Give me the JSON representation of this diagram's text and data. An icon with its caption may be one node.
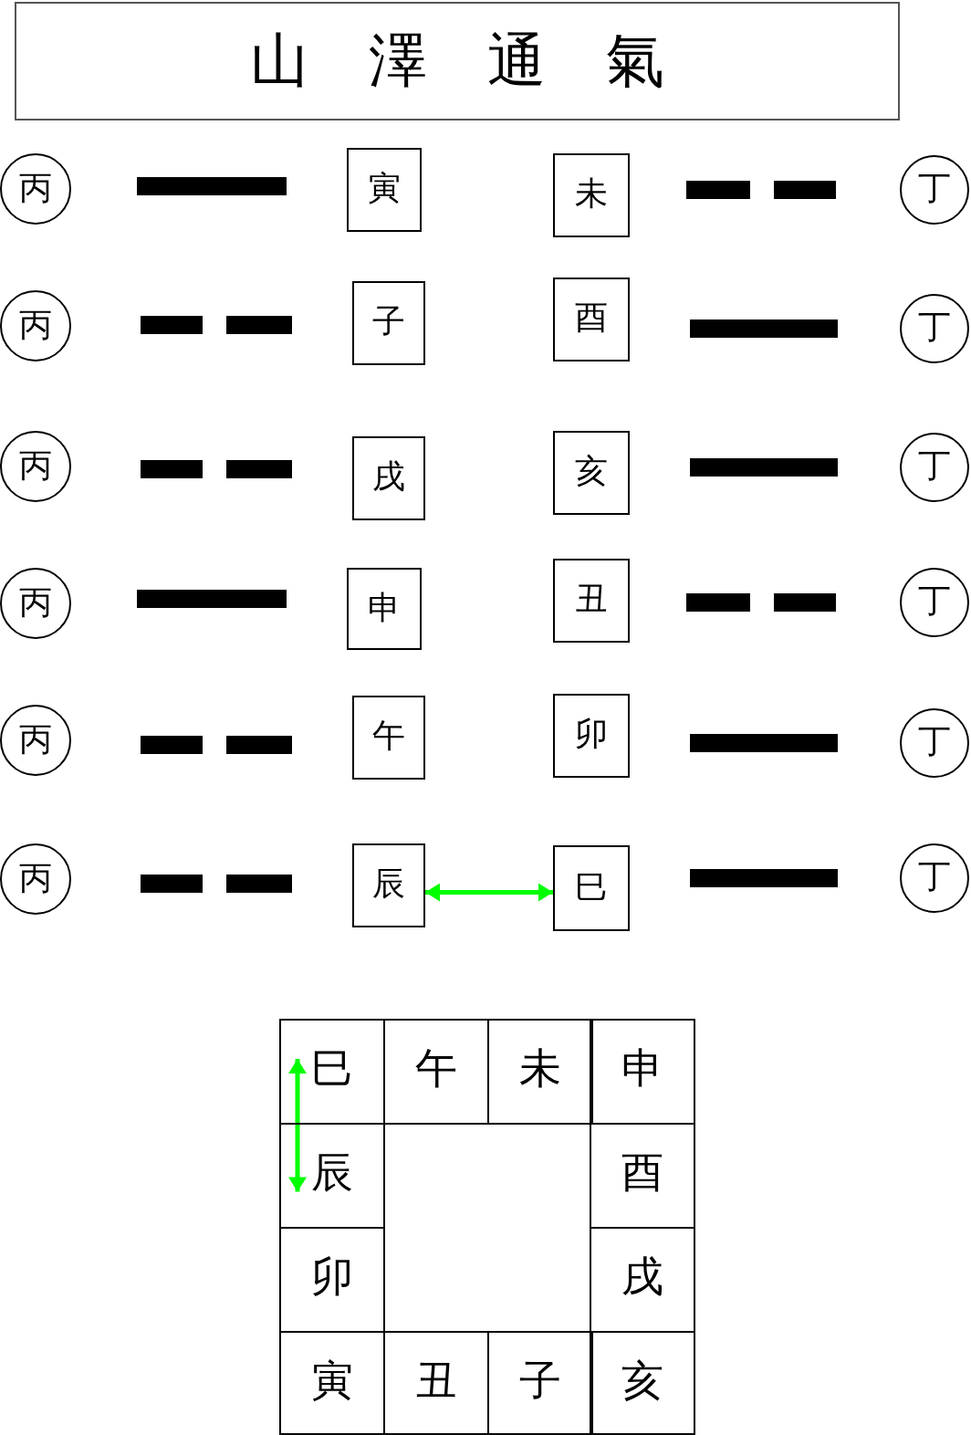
{
  "diagram": {
    "title": "山澤通氣",
    "nodes": [
      {
        "text": [
          "丙"
        ]
      },
      {
        "text": [
          "寅"
        ]
      },
      {
        "text": [
          "未"
        ]
      },
      {
        "text": [
          "丁"
        ]
      },
      {
        "text": [
          "丙"
        ]
      },
      {
        "text": [
          "子"
        ]
      },
      {
        "text": [
          "酉"
        ]
      },
      {
        "text": [
          "丁"
        ]
      },
      {
        "text": [
          "丙"
        ]
      },
      {
        "text": [
          "戌"
        ]
      },
      {
        "text": [
          "亥"
        ]
      },
      {
        "text": [
          "丁"
        ]
      },
      {
        "text": [
          "丙"
        ]
      },
      {
        "text": [
          "申"
        ]
      },
      {
        "text": [
          "丑"
        ]
      },
      {
        "text": [
          "丁"
        ]
      },
      {
        "text": [
          "丙"
        ]
      },
      {
        "text": [
          "午"
        ]
      },
      {
        "text": [
          "卯"
        ]
      },
      {
        "text": [
          "丁"
        ]
      },
      {
        "text": [
          "丙"
        ]
      },
      {
        "text": [
          "辰"
        ]
      },
      {
        "text": [
          "巳"
        ]
      },
      {
        "text": [
          "丁"
        ]
      },
      {
        "text": [
          "巳"
        ]
      },
      {
        "text": [
          "午"
        ]
      },
      {
        "text": [
          "未"
        ]
      },
      {
        "text": [
          "申"
        ]
      },
      {
        "text": [
          "辰"
        ]
      },
      {
        "text": [
          "酉"
        ]
      },
      {
        "text": [
          "卯"
        ]
      },
      {
        "text": [
          "戌"
        ]
      },
      {
        "text": [
          "寅"
        ]
      },
      {
        "text": [
          "丑"
        ]
      },
      {
        "text": [
          "子"
        ]
      },
      {
        "text": [
          "亥"
        ]
      }
    ],
    "edges": [
      {
        "from": 21,
        "to": 22,
        "arrow": "both",
        "color": "#00ff00"
      },
      {
        "from": 24,
        "to": 28,
        "arrow": "both",
        "color": "#00ff00"
      }
    ]
  }
}
